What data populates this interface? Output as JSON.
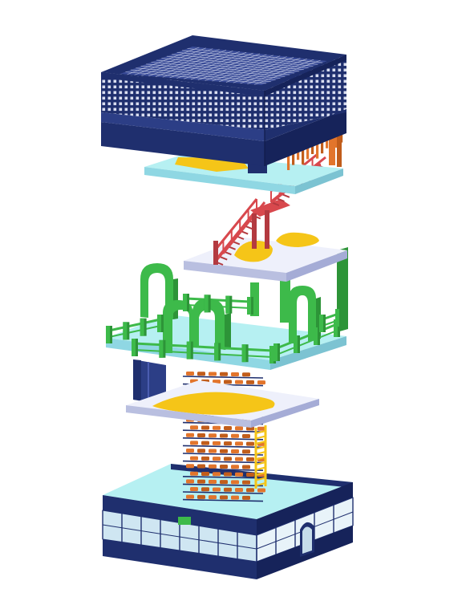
{
  "colors": {
    "background": "#ffffff",
    "navy": "#1f2f6e",
    "navy_dark": "#16235a",
    "navy_light": "#2c3e86",
    "mesh": "#d9def0",
    "cyan_top": "#b6f0f2",
    "cyan_side": "#8fd7e3",
    "slab_top": "#eef0fb",
    "slab_side": "#b9bfe0",
    "red": "#d8484d",
    "red_dark": "#b33a40",
    "orange": "#e2752c",
    "orange_dark": "#c15d1b",
    "yellow": "#f5c518",
    "green": "#3dba4a",
    "green_dark": "#2d9438",
    "green_top": "#6fd67a",
    "glass": "#cfe6f2"
  },
  "layers": [
    {
      "id": "rooftop-mesh-enclosure",
      "icon": "mesh-enclosure-icon"
    },
    {
      "id": "upper-deck-with-stairs",
      "icon": "staircase-icon"
    },
    {
      "id": "garden-level-with-arches",
      "icon": "arch-icon"
    },
    {
      "id": "mezzanine-with-ladder",
      "icon": "ladder-icon"
    },
    {
      "id": "stacked-seating-tower",
      "icon": "seating-icon"
    },
    {
      "id": "ground-floor-glass-pavilion",
      "icon": "pavilion-icon"
    }
  ]
}
